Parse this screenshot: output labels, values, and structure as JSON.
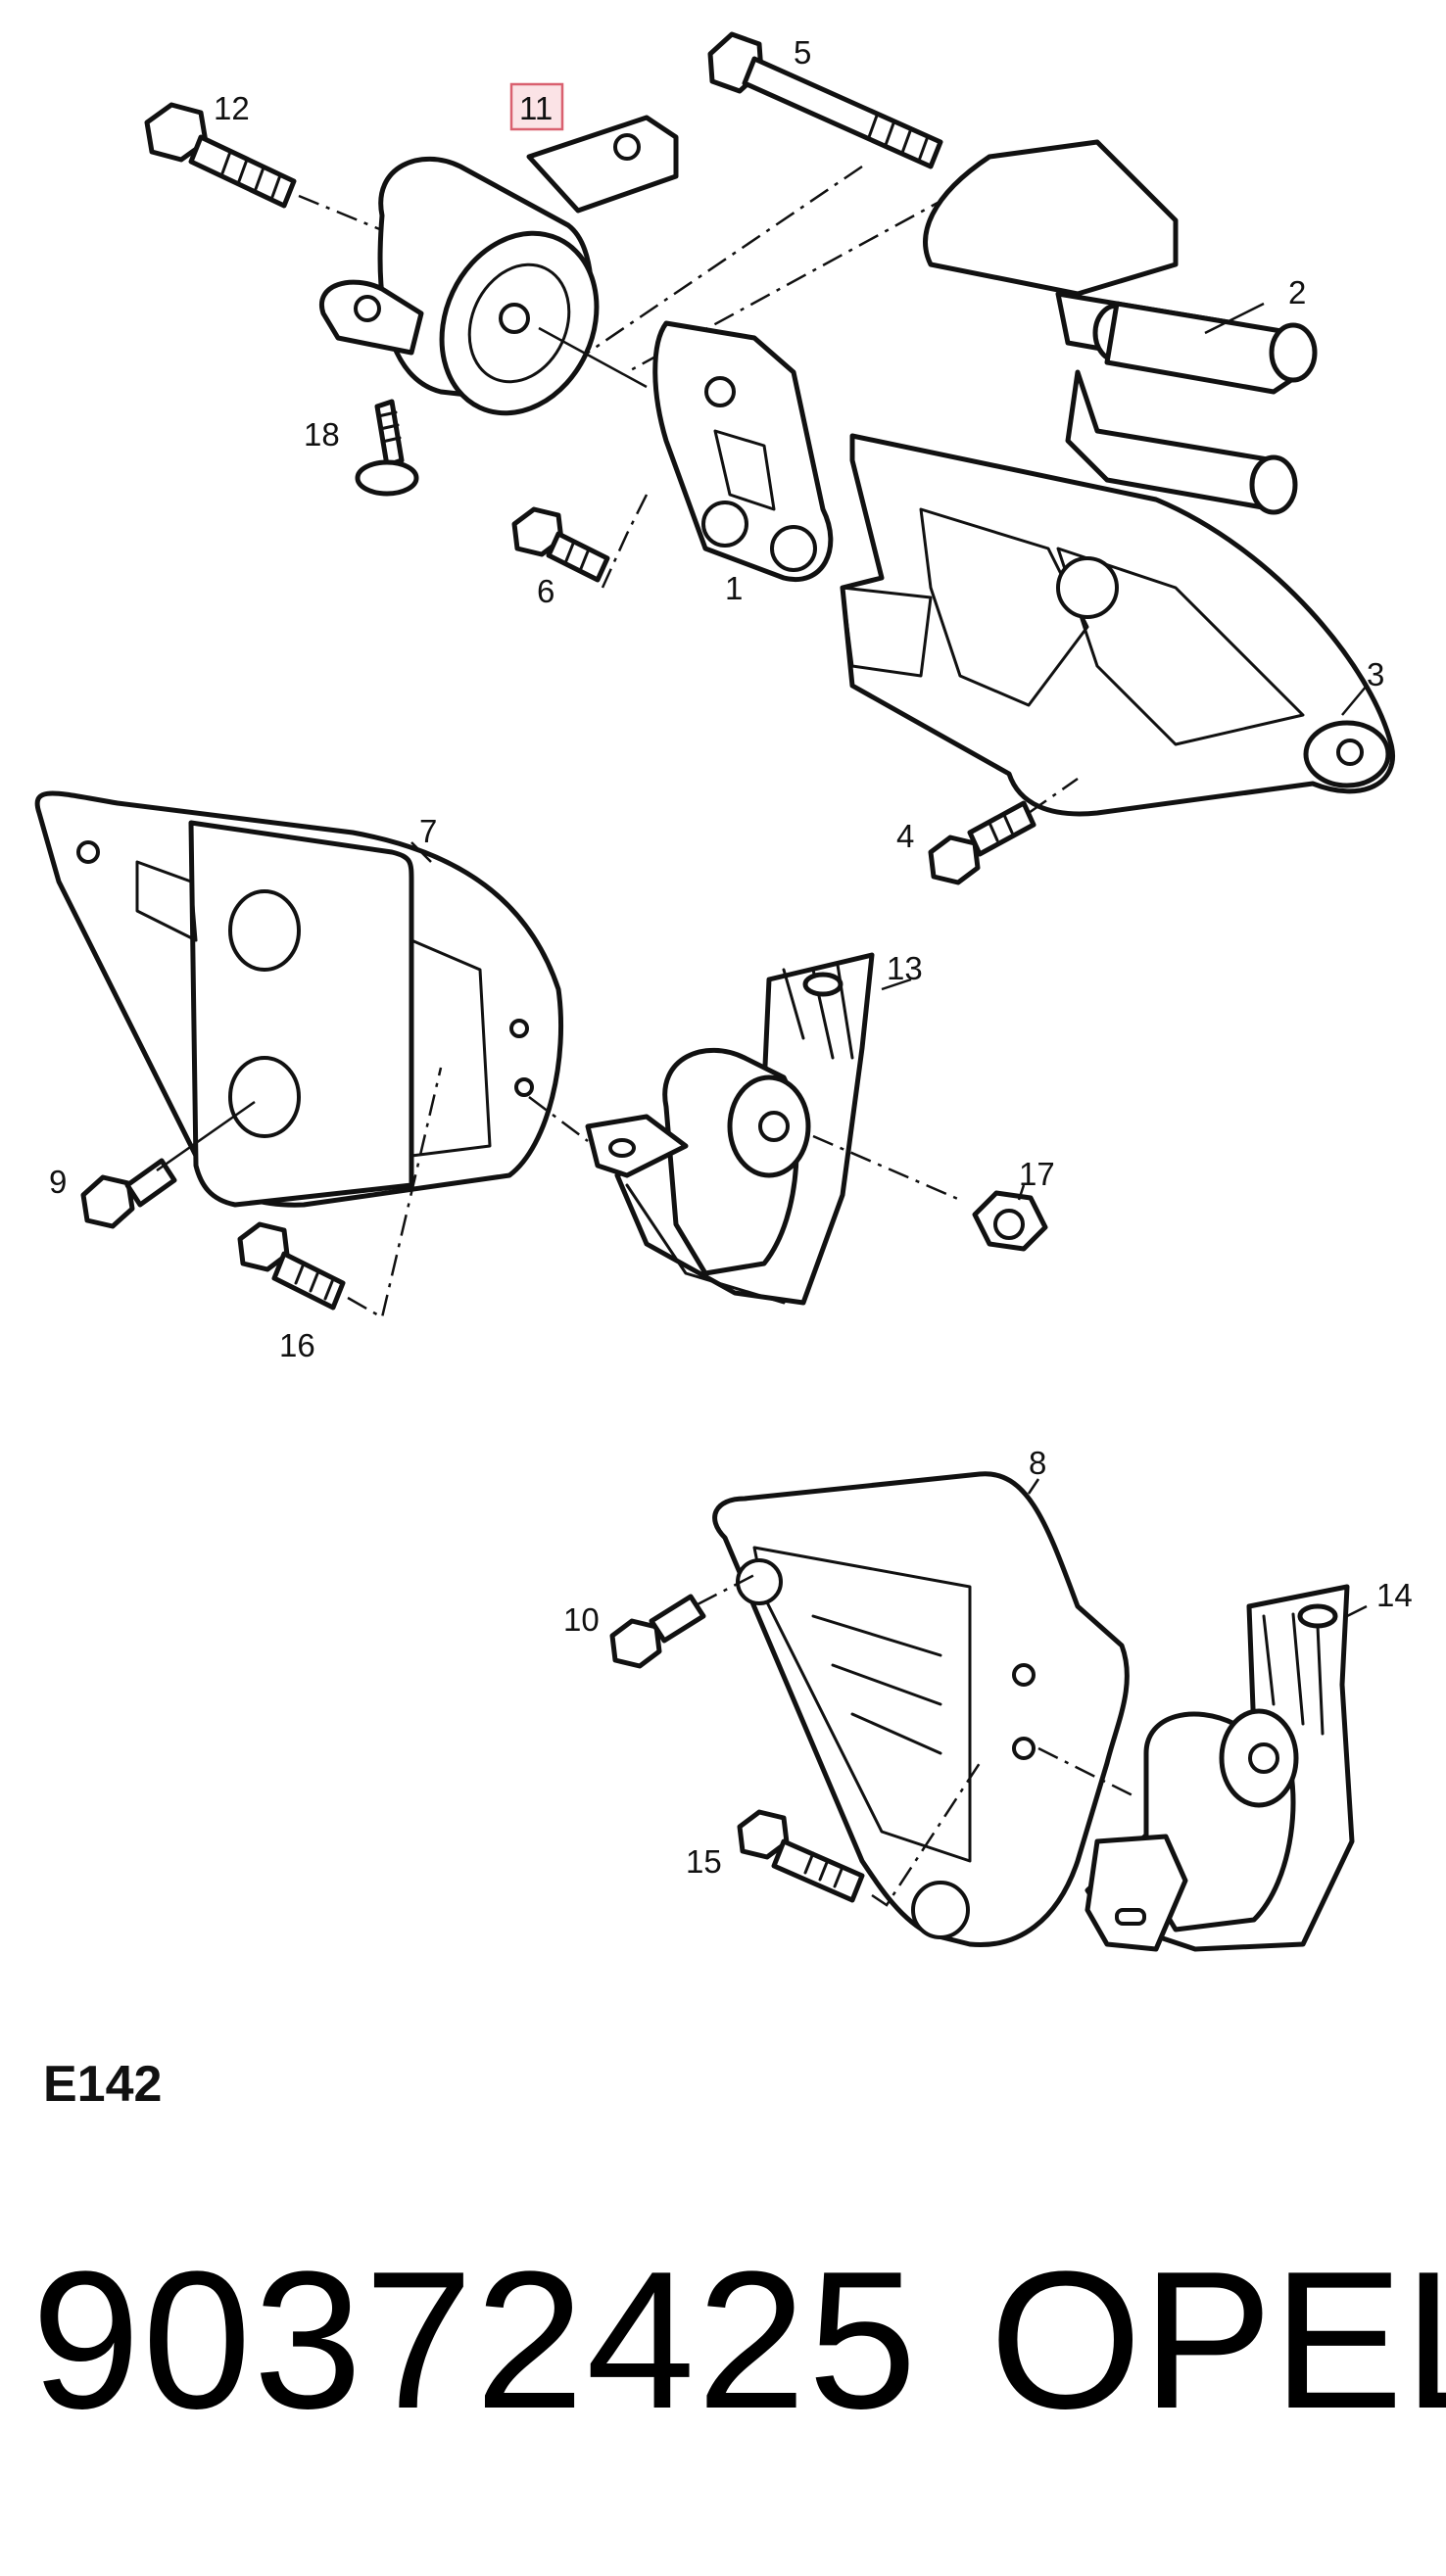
{
  "diagram": {
    "callouts": [
      "1",
      "2",
      "3",
      "4",
      "5",
      "6",
      "7",
      "8",
      "9",
      "10",
      "11",
      "12",
      "13",
      "14",
      "15",
      "16",
      "17",
      "18"
    ],
    "highlighted_callout": "11"
  },
  "code_label": "E142",
  "part_number": "90372425",
  "brand": "OPEL"
}
